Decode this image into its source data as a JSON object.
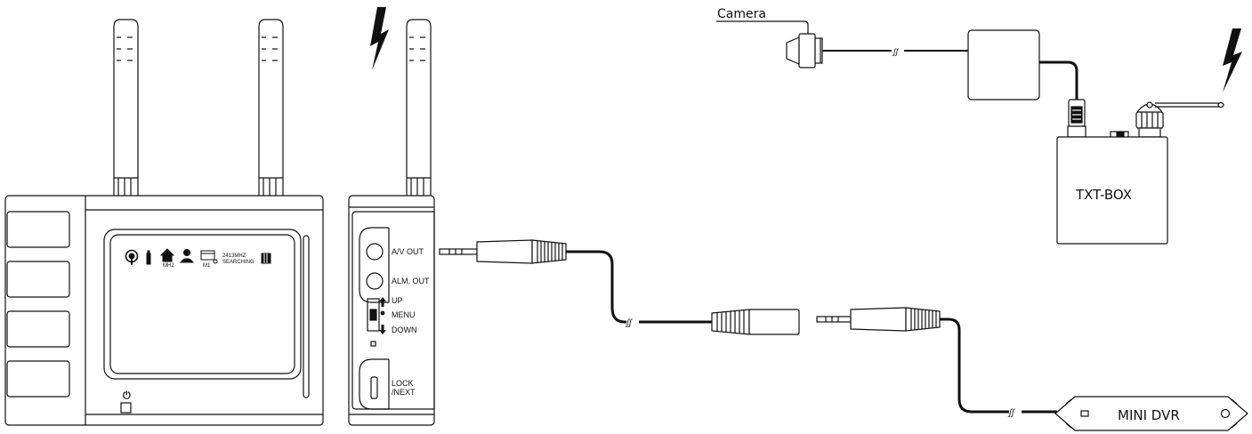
{
  "screen": {
    "frequency": "2413MHZ",
    "status": "SEARCHING",
    "home_code": "MH2",
    "monitor_code": "M1"
  },
  "side_panel": {
    "av_out": "A/V OUT",
    "alm_out": "ALM. OUT",
    "up": "UP",
    "menu": "MENU",
    "down": "DOWN",
    "lock_line1": "LOCK",
    "lock_line2": "/NEXT"
  },
  "camera_label": "Camera",
  "txt_box_label": "TXT-BOX",
  "mini_dvr_label": "MINI DVR"
}
